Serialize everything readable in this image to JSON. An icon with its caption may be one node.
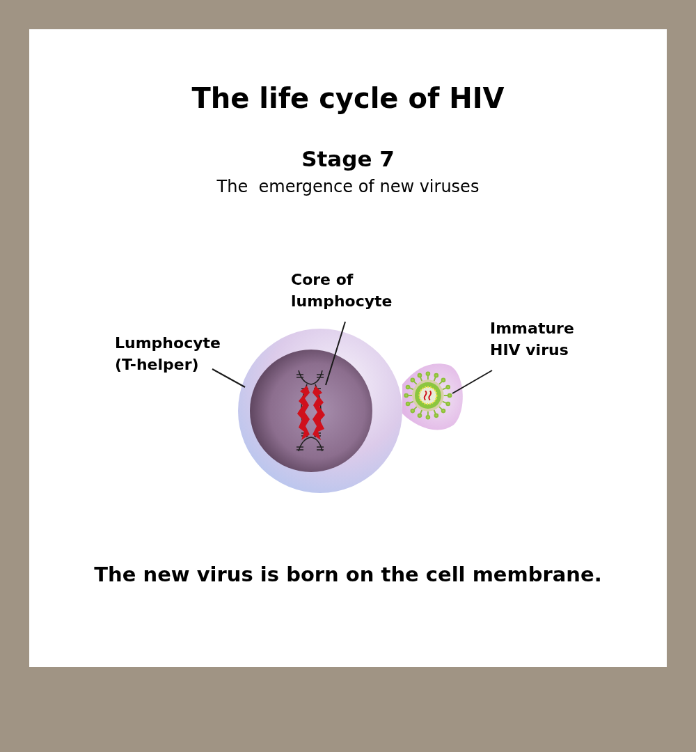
{
  "diagram": {
    "title": "The life cycle of HIV",
    "caption": "The new virus is born on the cell membrane.",
    "nodes": [
      {
        "text": [
          "Core of lumphocyte"
        ]
      },
      {
        "text": [
          "Immature HIV virus"
        ]
      },
      {
        "text": [
          "Lumphocyte (T-helper)"
        ]
      },
      {
        "text": [],
        "shape": "circle"
      },
      {
        "text": [],
        "shape": "circle",
        "in": 3
      },
      {
        "text": [],
        "shape": "circle"
      },
      {
        "text": [],
        "shape": "circle",
        "in": 5
      }
    ],
    "edges": [
      {
        "from": 2,
        "to": 3,
        "arrow": "none"
      },
      {
        "from": 0,
        "to": 4,
        "arrow": "none"
      },
      {
        "from": 1,
        "to": 5,
        "arrow": "none"
      }
    ],
    "labels": [
      "Stage 7",
      "The  emergence of new viruses"
    ]
  }
}
